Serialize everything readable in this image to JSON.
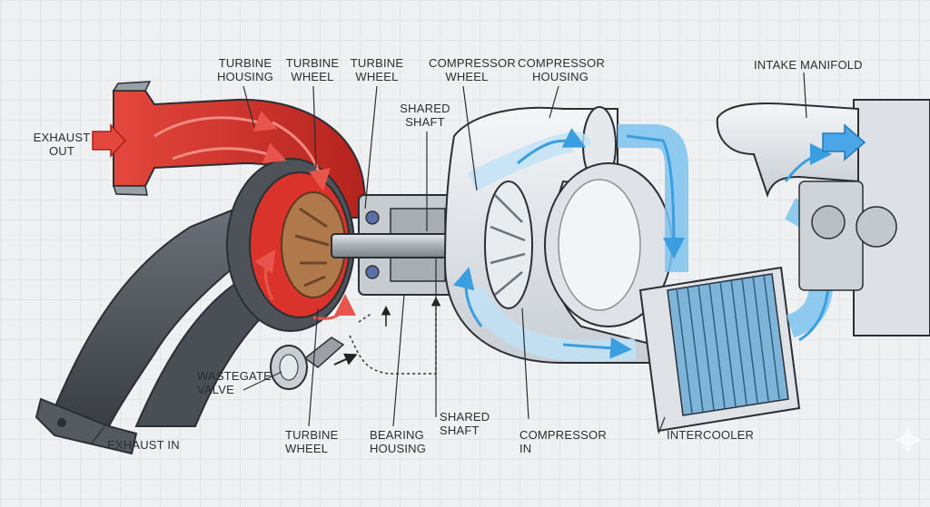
{
  "labels": {
    "turbine_housing": [
      "TURBINE",
      "HOUSING"
    ],
    "turbine_wheel_top": [
      "TURBINE",
      "WHEEL"
    ],
    "turbine_wheel_top2": [
      "TURBINE",
      "WHEEL"
    ],
    "compressor_wheel": [
      "COMPRESSOR",
      "WHEEL"
    ],
    "compressor_housing": [
      "COMPRESSOR",
      "HOUSING"
    ],
    "intake_manifold": "INTAKE MANIFOLD",
    "shared_shaft_top": [
      "SHARED",
      "SHAFT"
    ],
    "exhaust_out": [
      "EXHAUST",
      "OUT"
    ],
    "wastegate_valve": [
      "WASTEGATE",
      "VALVE"
    ],
    "exhaust_in": "EXHAUST IN",
    "turbine_wheel_bottom": [
      "TURBINE",
      "WHEEL"
    ],
    "bearing_housing": [
      "BEARING",
      "HOUSING"
    ],
    "shared_shaft_bottom": [
      "SHARED",
      "SHAFT"
    ],
    "compressor_in": [
      "COMPRESSOR",
      "IN"
    ],
    "intercooler": "INTERCOOLER"
  },
  "colors": {
    "hot_exhaust": "#d9332b",
    "cool_air": "#5fb4ea",
    "housing_gray": "#5a5f66",
    "compressor_housing": "#dfe3e7",
    "turbine_wheel": "#b0794c",
    "grid": "#d6dade",
    "background": "#eef0f2"
  },
  "icons": [
    "exhaust-out-arrow-icon",
    "intake-arrow-icon",
    "sparkle-icon"
  ]
}
